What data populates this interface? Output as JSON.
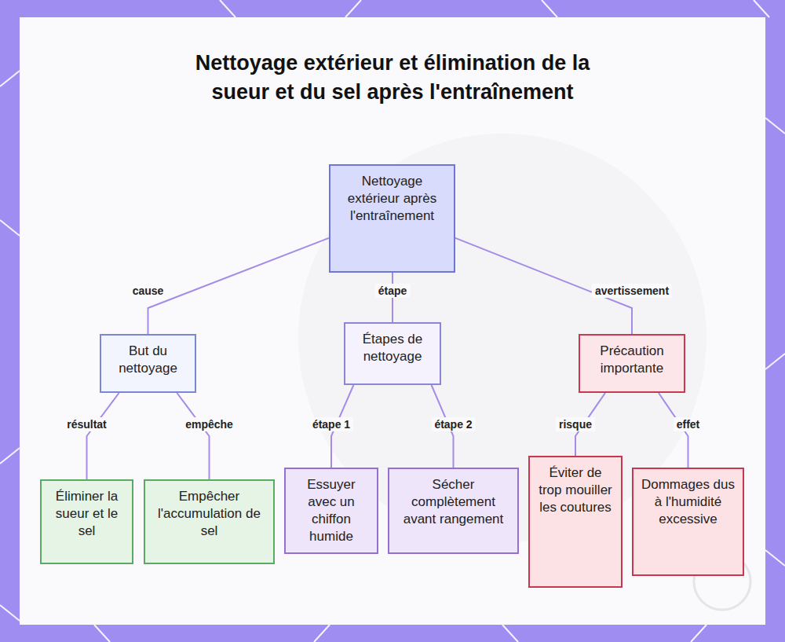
{
  "diagram": {
    "title": "Nettoyage extérieur et élimination de la sueur et du sel après l'entraînement",
    "nodes": [
      {
        "text": [
          "Nettoyage extérieur après l'entraînement"
        ]
      },
      {
        "text": [
          "But du nettoyage"
        ]
      },
      {
        "text": [
          "Étapes de nettoyage"
        ]
      },
      {
        "text": [
          "Précaution importante"
        ]
      },
      {
        "text": [
          "Éliminer la sueur et le sel"
        ]
      },
      {
        "text": [
          "Empêcher l'accumulation de sel"
        ]
      },
      {
        "text": [
          "Essuyer avec un chiffon humide"
        ]
      },
      {
        "text": [
          "Sécher complètement avant rangement"
        ]
      },
      {
        "text": [
          "Éviter de trop mouiller les coutures"
        ]
      },
      {
        "text": [
          "Dommages dus à l'humidité excessive"
        ]
      }
    ],
    "edges": [
      {
        "from": 0,
        "to": 1,
        "label": "cause",
        "arrow": "none"
      },
      {
        "from": 0,
        "to": 2,
        "label": "étape",
        "arrow": "none"
      },
      {
        "from": 0,
        "to": 3,
        "label": "avertissement",
        "arrow": "none"
      },
      {
        "from": 1,
        "to": 4,
        "label": "résultat",
        "arrow": "none"
      },
      {
        "from": 1,
        "to": 5,
        "label": "empêche",
        "arrow": "none"
      },
      {
        "from": 2,
        "to": 6,
        "label": "étape 1",
        "arrow": "none"
      },
      {
        "from": 2,
        "to": 7,
        "label": "étape 2",
        "arrow": "none"
      },
      {
        "from": 3,
        "to": 8,
        "label": "risque",
        "arrow": "none"
      },
      {
        "from": 3,
        "to": 9,
        "label": "effet",
        "arrow": "none"
      }
    ]
  }
}
